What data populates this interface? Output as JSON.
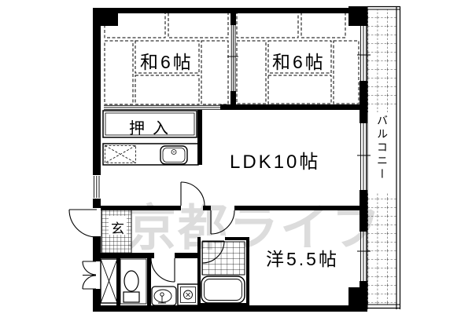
{
  "floorplan": {
    "background": "#ffffff",
    "line_color": "#000000",
    "watermark": {
      "text": "京都ライフ",
      "color": "#dcdcdc"
    },
    "rooms": {
      "washitsu_left": {
        "label": "和6帖"
      },
      "washitsu_right": {
        "label": "和6帖"
      },
      "closet": {
        "label": "押入"
      },
      "ldk": {
        "label": "LDK10帖"
      },
      "western_room": {
        "label": "洋5.5帖"
      },
      "entrance": {
        "label": "玄"
      },
      "balcony": {
        "label": "バルコニー"
      }
    }
  }
}
